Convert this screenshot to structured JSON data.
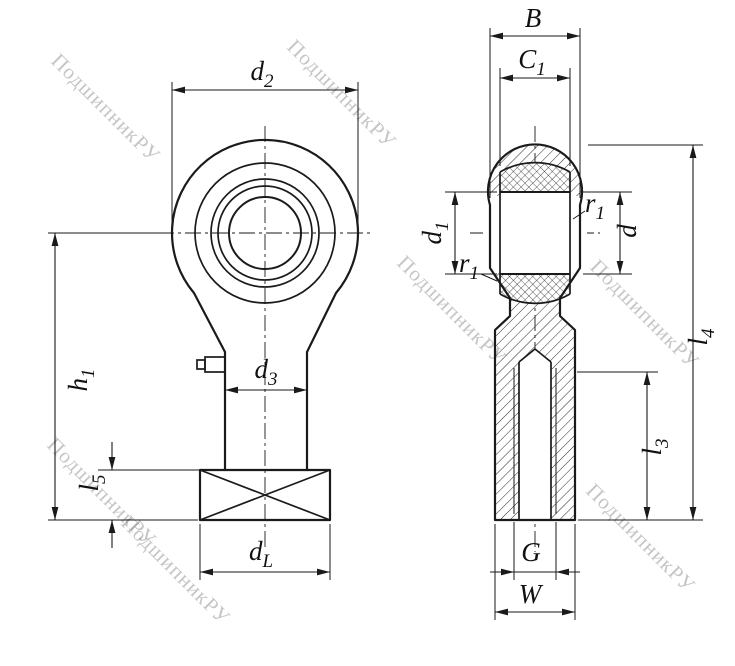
{
  "drawing": {
    "watermark_text": "ПодшипникРУ"
  },
  "labels": {
    "d2": {
      "main": "d",
      "sub": "2"
    },
    "h1": {
      "main": "h",
      "sub": "1"
    },
    "d3": {
      "main": "d",
      "sub": "3"
    },
    "l5": {
      "main": "l",
      "sub": "5"
    },
    "dL": {
      "main": "d",
      "sub": "L"
    },
    "B": {
      "main": "B",
      "sub": ""
    },
    "C1": {
      "main": "C",
      "sub": "1"
    },
    "d1": {
      "main": "d",
      "sub": "1"
    },
    "r1_upper": {
      "main": "r",
      "sub": "1"
    },
    "r1_lower": {
      "main": "r",
      "sub": "1"
    },
    "d": {
      "main": "d",
      "sub": ""
    },
    "l4": {
      "main": "l",
      "sub": "4"
    },
    "l3": {
      "main": "l",
      "sub": "3"
    },
    "G": {
      "main": "G",
      "sub": ""
    },
    "W": {
      "main": "W",
      "sub": ""
    }
  },
  "colors": {
    "line": "#1a1a1a",
    "watermark": "#969696",
    "background": "#ffffff"
  }
}
